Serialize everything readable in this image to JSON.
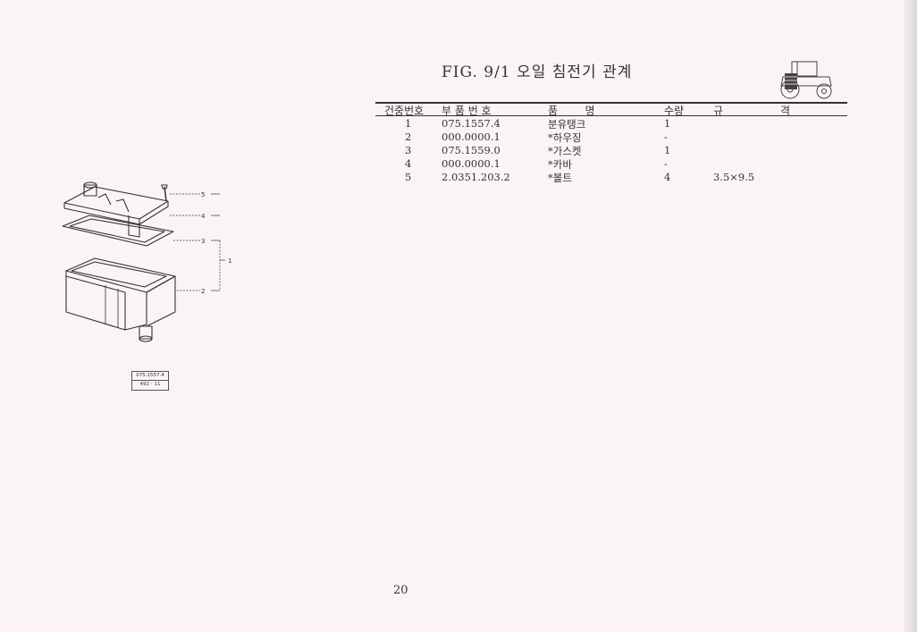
{
  "title": "FIG. 9/1 오일 침전기 관계",
  "table": {
    "headers": {
      "no": "건중번호",
      "part": "부 품 번 호",
      "name": "품        명",
      "qty": "수량",
      "spec": "규",
      "spec2": "격"
    },
    "rows": [
      {
        "no": "1",
        "part": "075.1557.4",
        "name": "분유탱크",
        "qty": "1",
        "spec": ""
      },
      {
        "no": "2",
        "part": "000.0000.1",
        "name": "*하우징",
        "qty": "-",
        "spec": ""
      },
      {
        "no": "3",
        "part": "075.1559.0",
        "name": "*가스켓",
        "qty": "1",
        "spec": ""
      },
      {
        "no": "4",
        "part": "000.0000.1",
        "name": "*카바",
        "qty": "-",
        "spec": ""
      },
      {
        "no": "5",
        "part": "2.0351.203.2",
        "name": "*볼트",
        "qty": "4",
        "spec": "3.5×9.5"
      }
    ]
  },
  "drawing": {
    "callouts": [
      "5",
      "4",
      "3",
      "1",
      "2"
    ],
    "part_box": [
      "075.1557.4",
      "492 - 11"
    ]
  },
  "page_number": "20"
}
